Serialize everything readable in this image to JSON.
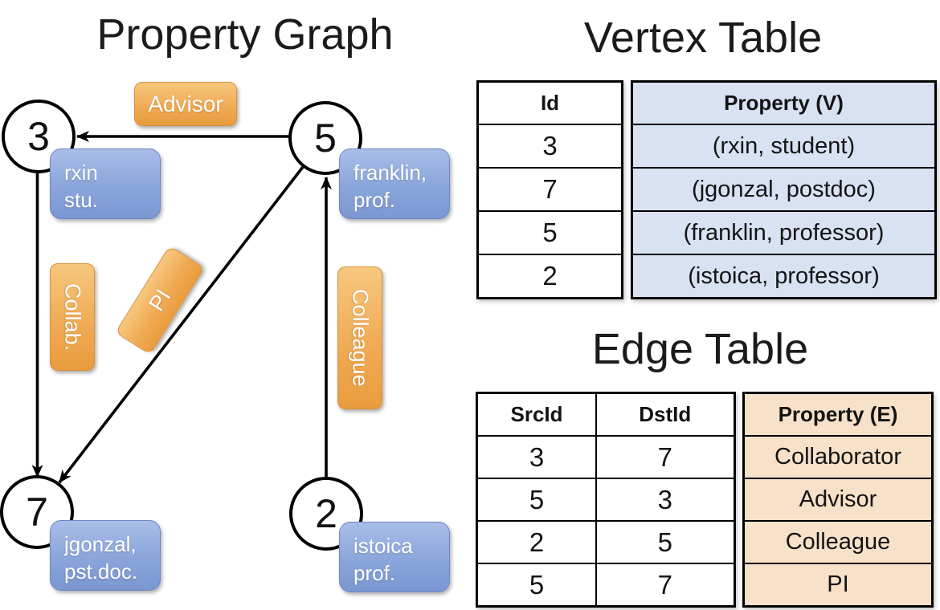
{
  "graph": {
    "title": "Property Graph",
    "nodes": [
      {
        "id": "3",
        "prop_line1": "rxin",
        "prop_line2": "stu."
      },
      {
        "id": "5",
        "prop_line1": "franklin,",
        "prop_line2": "prof."
      },
      {
        "id": "7",
        "prop_line1": "jgonzal,",
        "prop_line2": "pst.doc."
      },
      {
        "id": "2",
        "prop_line1": "istoica",
        "prop_line2": "prof."
      }
    ],
    "edge_labels": [
      {
        "text": "Advisor",
        "orientation": "horizontal"
      },
      {
        "text": "Collab.",
        "orientation": "vertical"
      },
      {
        "text": "PI",
        "orientation": "diagonal"
      },
      {
        "text": "Colleague",
        "orientation": "vertical"
      }
    ]
  },
  "vertex_table": {
    "title": "Vertex Table",
    "columns": {
      "id": "Id",
      "property": "Property (V)"
    },
    "rows": [
      {
        "id": "3",
        "property": "(rxin, student)"
      },
      {
        "id": "7",
        "property": "(jgonzal, postdoc)"
      },
      {
        "id": "5",
        "property": "(franklin, professor)"
      },
      {
        "id": "2",
        "property": "(istoica, professor)"
      }
    ]
  },
  "edge_table": {
    "title": "Edge Table",
    "columns": {
      "src": "SrcId",
      "dst": "DstId",
      "property": "Property (E)"
    },
    "rows": [
      {
        "src": "3",
        "dst": "7",
        "property": "Collaborator"
      },
      {
        "src": "5",
        "dst": "3",
        "property": "Advisor"
      },
      {
        "src": "2",
        "dst": "5",
        "property": "Colleague"
      },
      {
        "src": "5",
        "dst": "7",
        "property": "PI"
      }
    ]
  },
  "colors": {
    "edge_label_orange": "#F0A952",
    "vertex_card_blue": "#8AA5DA",
    "vertex_table_fill": "#D9E2F3",
    "edge_table_fill": "#F7E1C8",
    "line_black": "#000000"
  }
}
